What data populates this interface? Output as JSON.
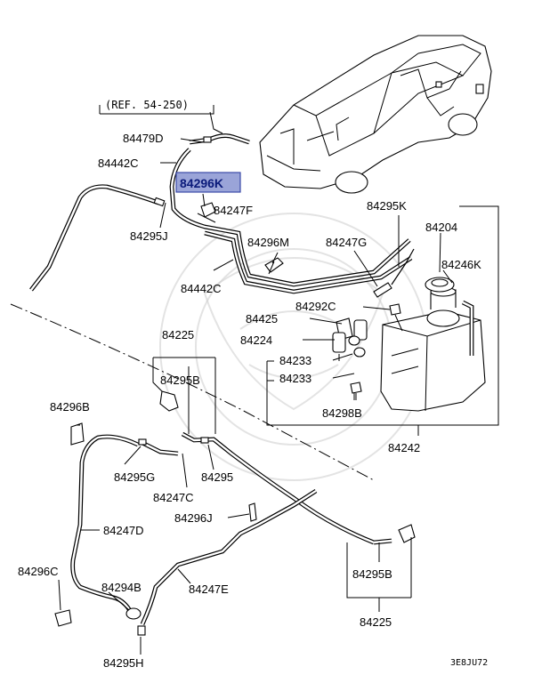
{
  "reference": "(REF. 54-250)",
  "highlighted_part": "84296K",
  "diagram_code": "3E8JU72",
  "labels": {
    "p84479D": "84479D",
    "p84442C_top": "84442C",
    "p84247F": "84247F",
    "p84295J": "84295J",
    "p84296M": "84296M",
    "p84442C_bot": "84442C",
    "p84295K": "84295K",
    "p84204": "84204",
    "p84247G": "84247G",
    "p84246K": "84246K",
    "p84292C": "84292C",
    "p84425": "84425",
    "p84224": "84224",
    "p84233_a": "84233",
    "p84233_b": "84233",
    "p84298B": "84298B",
    "p84242": "84242",
    "p84225_top": "84225",
    "p84295B_top": "84295B",
    "p84296B": "84296B",
    "p84295G": "84295G",
    "p84295": "84295",
    "p84247C": "84247C",
    "p84296J": "84296J",
    "p84247D": "84247D",
    "p84296C": "84296C",
    "p84294B": "84294B",
    "p84247E": "84247E",
    "p84295H": "84295H",
    "p84295B_bot": "84295B",
    "p84225_bot": "84225"
  },
  "colors": {
    "highlight_fill": "#9aa4d8",
    "highlight_text": "#0a1a7a",
    "line": "#000000"
  }
}
